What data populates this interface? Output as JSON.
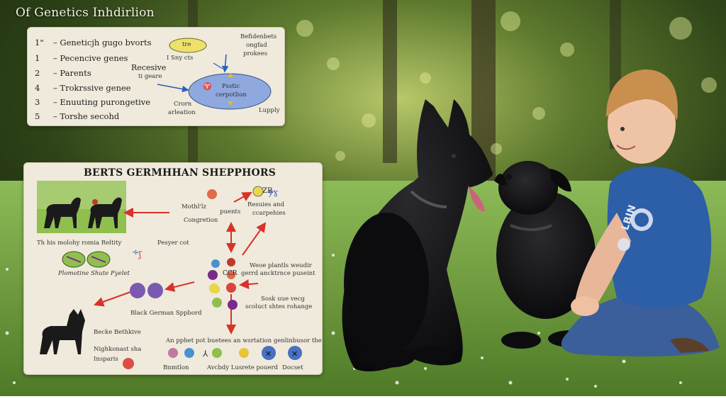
{
  "image_title": "Of Genetics Inhdirlion",
  "panel1": {
    "items": [
      {
        "num": "1\"",
        "label": "– Geneticjh gugo bvorts"
      },
      {
        "num": "1",
        "label": "– Pecencive genes"
      },
      {
        "num": "2",
        "label": "– Parents"
      },
      {
        "num": "4",
        "label": "– Trokrssive genee"
      },
      {
        "num": "3",
        "label": "– Enuuting purongetive"
      },
      {
        "num": "5",
        "label": "– Torshe secohd"
      }
    ],
    "diagram": {
      "tre_label": "tre",
      "isny_label": "I Sny cts",
      "bef_label_1": "Befidenbets",
      "bef_label_2": "ongfad",
      "bef_label_3": "prokees",
      "receive_label_1": "Recesive",
      "receive_label_2": "ti geare",
      "center_label_1": "Psstic",
      "center_label_2": "cerpotlion",
      "bottom_label_1": "Crorn",
      "bottom_label_2": "arleation",
      "lupply_label": "Lupply"
    }
  },
  "panel2": {
    "title": "BERTS GERMHHAN SHEPPHORS",
    "labels": {
      "moth_1": "Mothl'lz",
      "moth_2": "puents",
      "congretion": "Congretion",
      "resuies_1": "Resuies and",
      "resuies_2": "ccarpehies",
      "zr": "ZR",
      "this_label": "Th his molohy romia Reltity",
      "pesyer": "Pesyer cot",
      "plomotline": "Plomotine Shute Fyelet",
      "woe_1": "Weoe plantls weudir",
      "woe_2": "gerrd ancktrnce puseint",
      "ccr": "CCR",
      "black_gs": "Black German Sppbord",
      "sosk_1": "Sosk uue vecg",
      "sosk_2": "scoluct shtes rohange",
      "becke": "Becke Bethkive",
      "nighkonast_1": "Nighkonast sha",
      "nighkonast_2": "Insparis",
      "apphet": "An pphet pot buetees an wsrtation genlinbusor the",
      "bottom_1": "Bnmtlon",
      "bottom_2": "Avcbdy Lusrete pouerd",
      "bottom_3": "Docset"
    }
  },
  "shirt_text": "LBIN",
  "colors": {
    "panel_bg": "#efeadb",
    "arrow_red": "#d8322a",
    "arrow_blue": "#2b5fbf",
    "ellipse_blue": "#7f9fd6",
    "grass_green": "#7aa34a",
    "shirt_blue": "#2d5ea8"
  }
}
